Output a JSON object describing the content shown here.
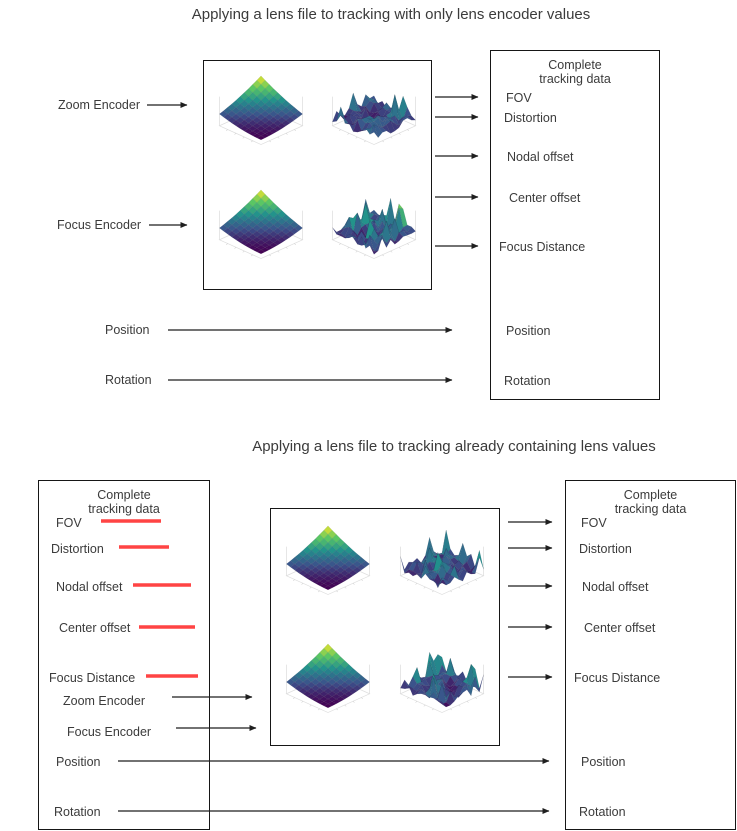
{
  "colors": {
    "arrow": "#1f1f1f",
    "strike": "#ff4444",
    "border": "#161616"
  },
  "top": {
    "title": "Applying a lens file to tracking with only lens encoder values",
    "inputs": [
      "Zoom Encoder",
      "Focus Encoder"
    ],
    "passthrough": [
      "Position",
      "Rotation"
    ],
    "output_box": {
      "title_line1": "Complete",
      "title_line2": "tracking data",
      "items": [
        "FOV",
        "Distortion",
        "Nodal offset",
        "Center offset",
        "Focus Distance",
        "Position",
        "Rotation"
      ]
    }
  },
  "bottom": {
    "title": "Applying a lens file to tracking already containing lens values",
    "input_box": {
      "title_line1": "Complete",
      "title_line2": "tracking data",
      "replaced_items": [
        "FOV",
        "Distortion",
        "Nodal offset",
        "Center offset",
        "Focus Distance"
      ],
      "encoder_items": [
        "Zoom Encoder",
        "Focus Encoder"
      ],
      "passthrough_items": [
        "Position",
        "Rotation"
      ]
    },
    "output_box": {
      "title_line1": "Complete",
      "title_line2": "tracking data",
      "items": [
        "FOV",
        "Distortion",
        "Nodal offset",
        "Center offset",
        "Focus Distance",
        "Position",
        "Rotation"
      ]
    }
  }
}
